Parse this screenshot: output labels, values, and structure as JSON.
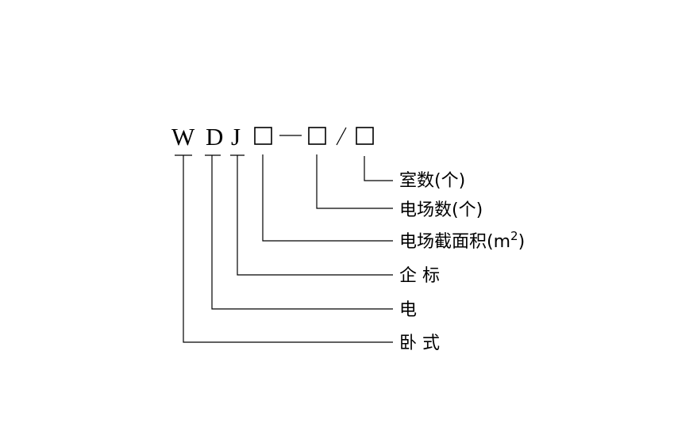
{
  "code": {
    "letters": [
      "W",
      "D",
      "J"
    ],
    "separators": [
      "—",
      "/"
    ]
  },
  "labels": {
    "rooms": "室数(个)",
    "fields": "电场数(个)",
    "area_text": "电场截面积(m",
    "area_sup": "2",
    "area_close": ")",
    "standard": "企 标",
    "electric": "电",
    "horizontal": "卧 式"
  }
}
